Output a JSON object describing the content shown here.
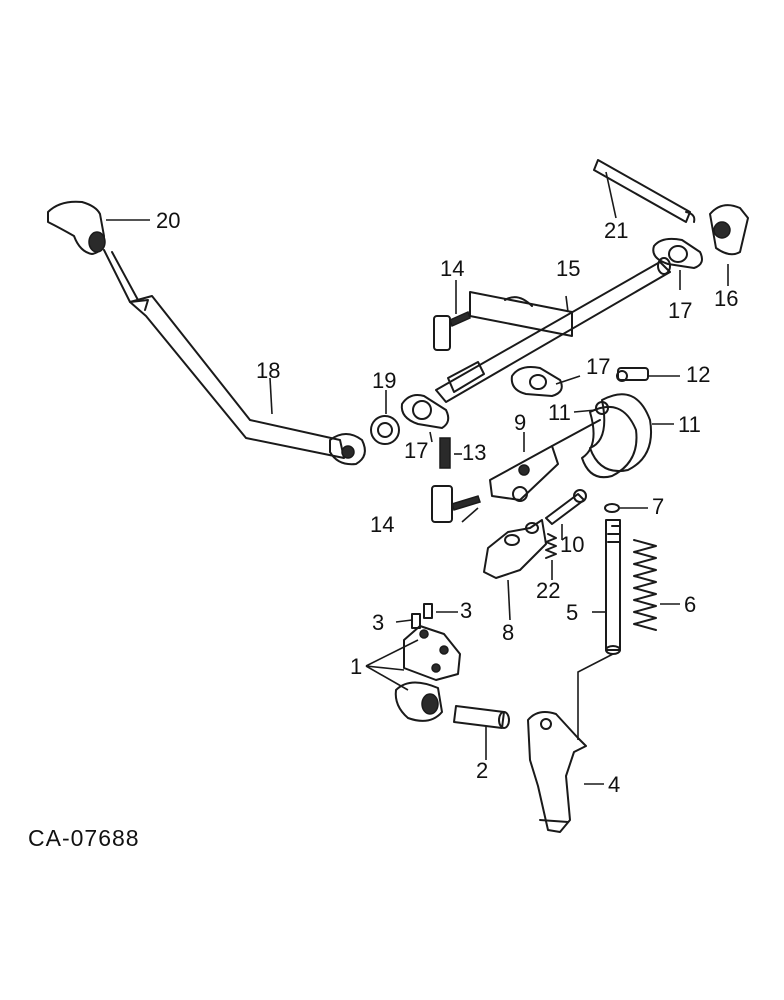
{
  "drawing_code": "CA-07688",
  "callouts": {
    "c1": "1",
    "c2": "2",
    "c3a": "3",
    "c3b": "3",
    "c4": "4",
    "c5": "5",
    "c6": "6",
    "c7": "7",
    "c8": "8",
    "c9": "9",
    "c10": "10",
    "c11a": "11",
    "c11b": "11",
    "c12": "12",
    "c13": "13",
    "c14a": "14",
    "c14b": "14",
    "c15": "15",
    "c16": "16",
    "c17a": "17",
    "c17b": "17",
    "c17c": "17",
    "c18": "18",
    "c19": "19",
    "c20": "20",
    "c21": "21",
    "c22": "22"
  }
}
